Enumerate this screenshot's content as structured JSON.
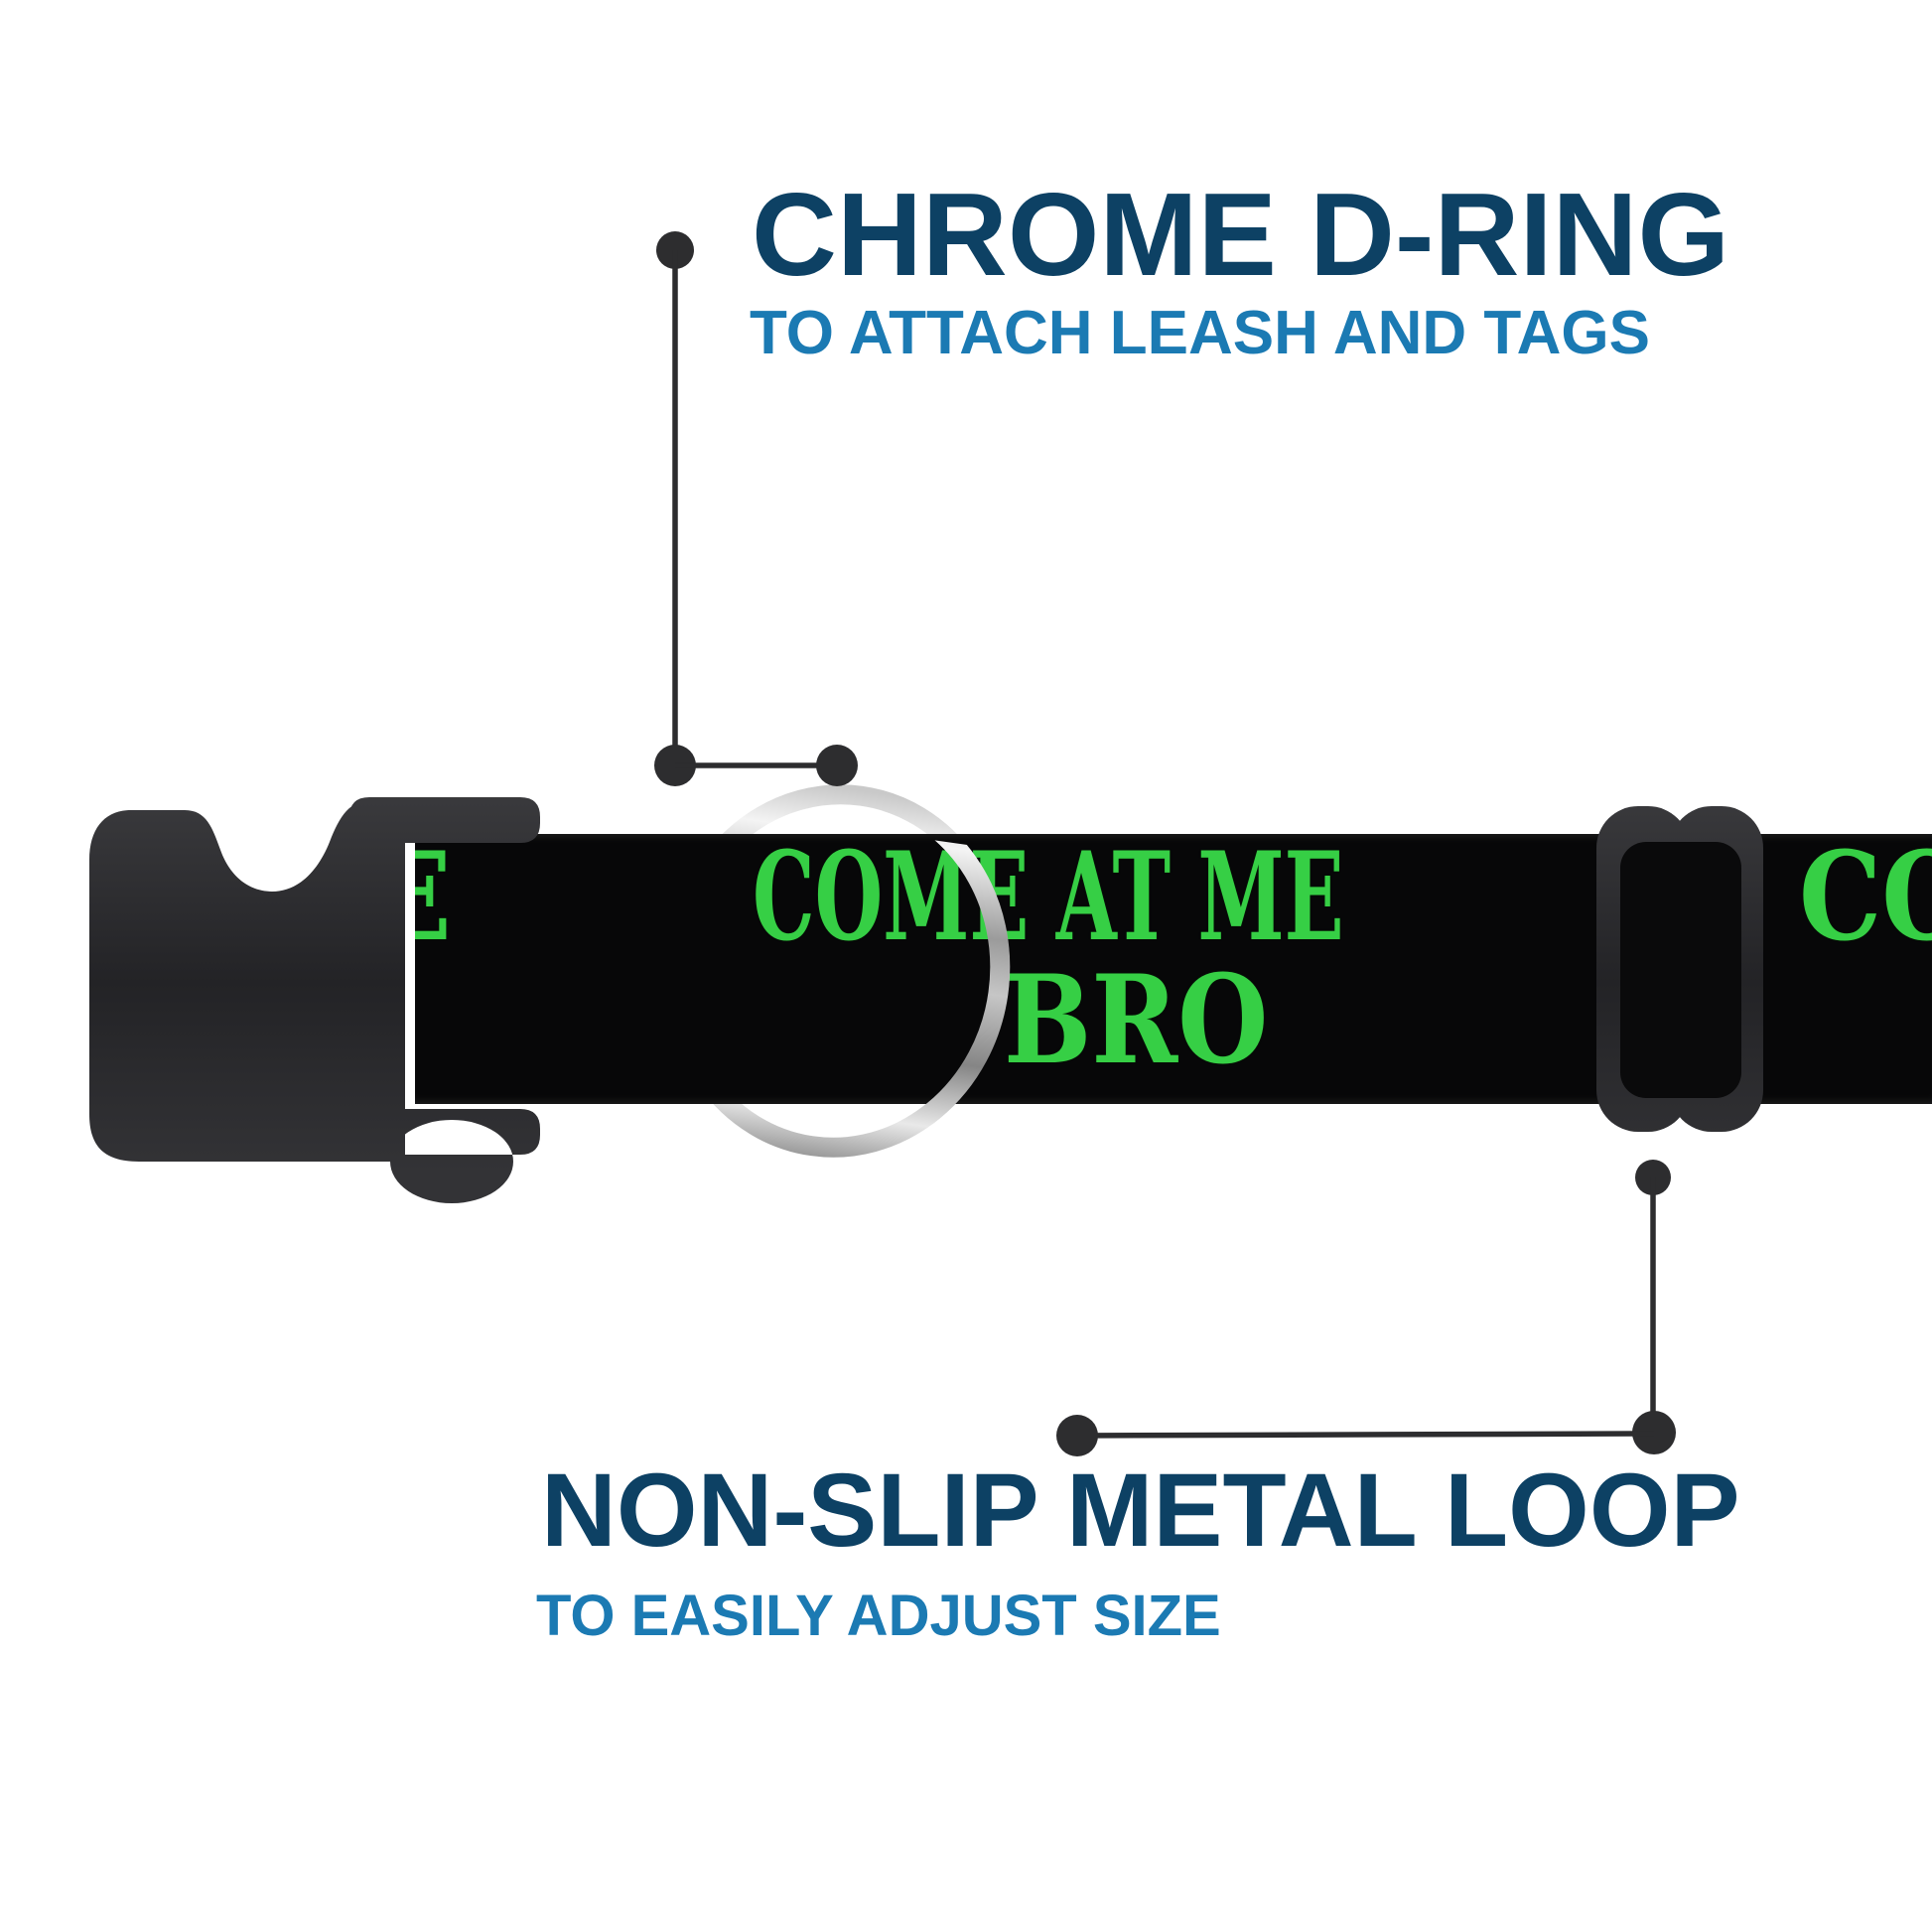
{
  "diagram": {
    "background_color": "#ffffff",
    "callouts": {
      "top": {
        "title": "CHROME D-RING",
        "subtitle": "TO ATTACH LEASH AND TAGS",
        "points_to": "d-ring"
      },
      "bottom": {
        "title": "NON-SLIP METAL LOOP",
        "subtitle": "TO EASILY ADJUST SIZE",
        "points_to": "tri-glide-slider"
      }
    },
    "collar": {
      "pattern_partial_left": "E",
      "pattern_line1": "COME AT ME",
      "pattern_line2": "BRO",
      "pattern_partial_right": "CO",
      "strap_color": "#070708",
      "pattern_text_color": "#36cf45",
      "buckle_color": "#2a2a2d",
      "slider_color": "#242428",
      "dring_finish": "chrome"
    },
    "colors": {
      "title_text": "#0d4164",
      "subtitle_text": "#1b7ab3",
      "callout_line": "#2d2d2f"
    }
  }
}
